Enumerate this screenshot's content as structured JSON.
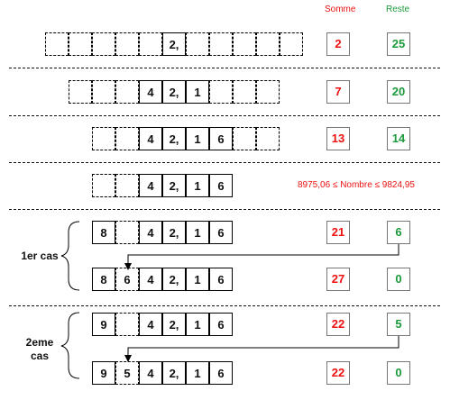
{
  "headers": {
    "somme": "Somme",
    "reste": "Reste"
  },
  "inequality": "8975,06 ≤ Nombre ≤ 9824,95",
  "cases": [
    {
      "label_line1": "1er cas",
      "label_line2": ""
    },
    {
      "label_line1": "2eme",
      "label_line2": "cas"
    }
  ],
  "rows": [
    {
      "cells": [
        "",
        "",
        "",
        "",
        "",
        "2,",
        "",
        "",
        "",
        "",
        ""
      ],
      "solid": [
        false,
        false,
        false,
        false,
        false,
        true,
        false,
        false,
        false,
        false,
        false
      ],
      "somme": "2",
      "reste": "25"
    },
    {
      "cells": [
        "",
        "",
        "",
        "4",
        "2,",
        "1",
        "",
        "",
        ""
      ],
      "solid": [
        false,
        false,
        false,
        true,
        true,
        true,
        false,
        false,
        false
      ],
      "somme": "7",
      "reste": "20"
    },
    {
      "cells": [
        "",
        "",
        "4",
        "2,",
        "1",
        "6",
        "",
        ""
      ],
      "solid": [
        false,
        false,
        true,
        true,
        true,
        true,
        false,
        false
      ],
      "somme": "13",
      "reste": "14"
    },
    {
      "cells": [
        "",
        "",
        "4",
        "2,",
        "1",
        "6"
      ],
      "solid": [
        false,
        false,
        true,
        true,
        true,
        true
      ],
      "somme": "",
      "reste": ""
    },
    {
      "cells": [
        "8",
        "",
        "4",
        "2,",
        "1",
        "6"
      ],
      "solid": [
        true,
        false,
        true,
        true,
        true,
        true
      ],
      "somme": "21",
      "reste": "6"
    },
    {
      "cells": [
        "8",
        "6",
        "4",
        "2,",
        "1",
        "6"
      ],
      "solid": [
        true,
        false,
        true,
        true,
        true,
        true
      ],
      "somme": "27",
      "reste": "0"
    },
    {
      "cells": [
        "9",
        "",
        "4",
        "2,",
        "1",
        "6"
      ],
      "solid": [
        true,
        false,
        true,
        true,
        true,
        true
      ],
      "somme": "22",
      "reste": "5"
    },
    {
      "cells": [
        "9",
        "5",
        "4",
        "2,",
        "1",
        "6"
      ],
      "solid": [
        true,
        false,
        true,
        true,
        true,
        true
      ],
      "somme": "22",
      "reste": "0"
    }
  ],
  "colors": {
    "somme": "#e11111",
    "reste": "#1a9a3a"
  }
}
